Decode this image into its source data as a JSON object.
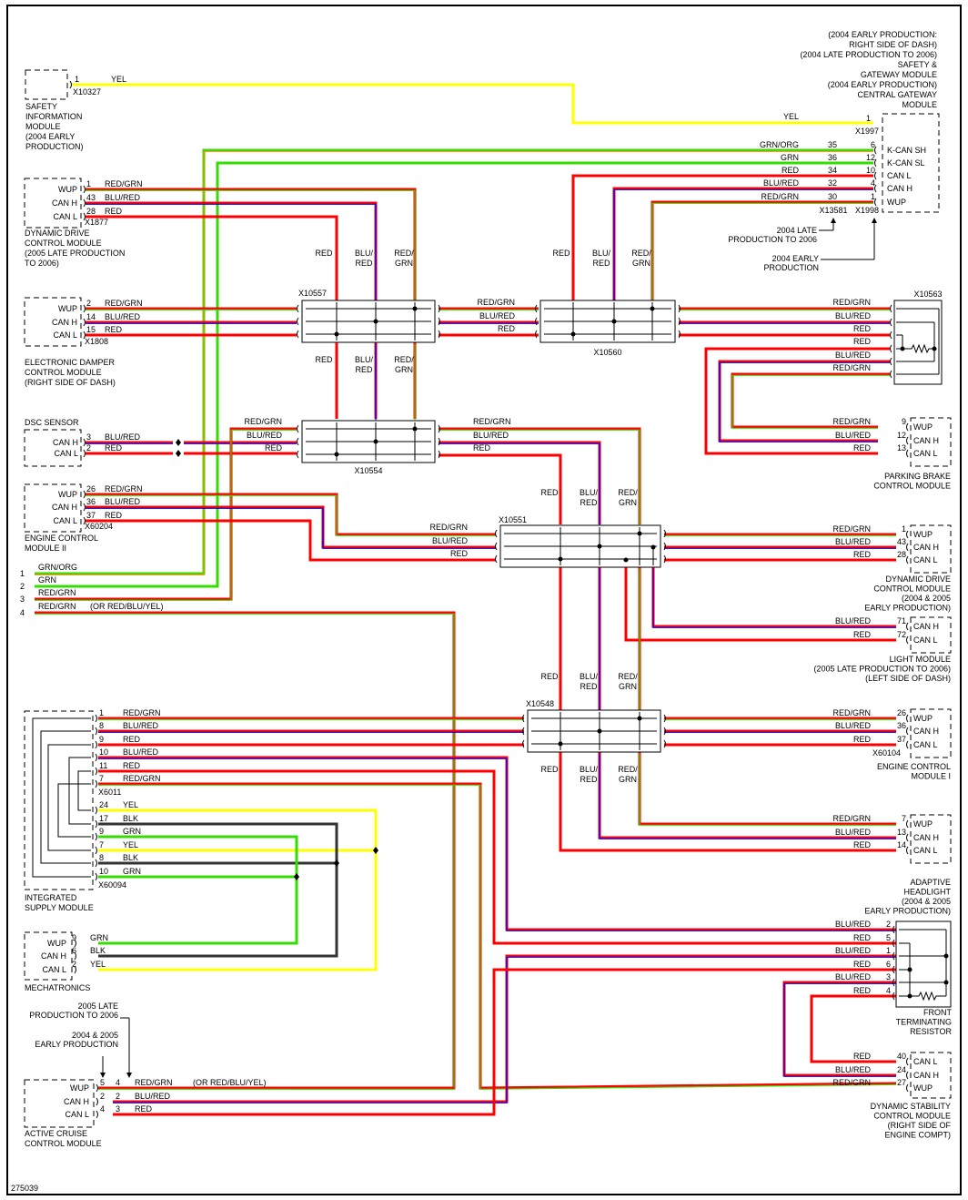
{
  "diagram_id": "275039",
  "colors": {
    "red": "#ff0000",
    "green": "#33dd00",
    "blue": "#0000ff",
    "yellow": "#ffff00",
    "orange": "#ff8800",
    "black": "#333333"
  },
  "gateway": {
    "notes": [
      "(2004 EARLY PRODUCTION:",
      "RIGHT SIDE OF DASH)",
      "(2004 LATE PRODUCTION TO 2006)",
      "SAFETY &",
      "GATEWAY MODULE",
      "(2004 EARLY PRODUCTION)",
      "CENTRAL GATEWAY",
      "MODULE"
    ],
    "pins": [
      "K-CAN SH",
      "K-CAN SL",
      "CAN L",
      "CAN H",
      "WUP"
    ],
    "pin_nums_a": [
      "1",
      "6",
      "12",
      "10",
      "4",
      "1"
    ],
    "pin_nums_b": [
      "35",
      "36",
      "34",
      "32",
      "30"
    ],
    "wires": [
      "YEL",
      "GRN/ORG",
      "GRN",
      "RED",
      "BLU/RED",
      "RED/GRN"
    ],
    "conn_a": "X1997",
    "conn_b": "X1998",
    "conn_c": "X13581",
    "arrow_late": [
      "2004 LATE",
      "PRODUCTION TO 2006"
    ],
    "arrow_early": [
      "2004 EARLY",
      "PRODUCTION"
    ]
  },
  "sim": {
    "name": [
      "SAFETY",
      "INFORMATION",
      "MODULE",
      "(2004 EARLY",
      "PRODUCTION)"
    ],
    "pin": "1",
    "conn": "X10327",
    "wire": "YEL"
  },
  "ddcm_left": {
    "name": [
      "DYNAMIC DRIVE",
      "CONTROL MODULE",
      "(2005 LATE PRODUCTION",
      "TO 2006)"
    ],
    "pins": [
      "WUP",
      "CAN H",
      "CAN L"
    ],
    "nums": [
      "1",
      "43",
      "28"
    ],
    "wires": [
      "RED/GRN",
      "BLU/RED",
      "RED"
    ],
    "conn": "X1877"
  },
  "edcm": {
    "name": [
      "ELECTRONIC DAMPER",
      "CONTROL MODULE",
      "(RIGHT SIDE OF DASH)"
    ],
    "pins": [
      "WUP",
      "CAN H",
      "CAN L"
    ],
    "nums": [
      "2",
      "14",
      "15"
    ],
    "wires": [
      "RED/GRN",
      "BLU/RED",
      "RED"
    ],
    "conn": "X1808"
  },
  "dsc_sensor": {
    "name": "DSC SENSOR",
    "pins": [
      "CAN H",
      "CAN L"
    ],
    "nums": [
      "3",
      "2"
    ],
    "wires": [
      "BLU/RED",
      "RED"
    ]
  },
  "ecm2": {
    "name": [
      "ENGINE CONTROL",
      "MODULE II"
    ],
    "pins": [
      "WUP",
      "CAN H",
      "CAN L"
    ],
    "nums": [
      "26",
      "36",
      "37"
    ],
    "wires": [
      "RED/GRN",
      "BLU/RED",
      "RED"
    ],
    "conn": "X60204"
  },
  "numbered_wires": [
    {
      "num": "1",
      "wire": "GRN/ORG",
      "note": ""
    },
    {
      "num": "2",
      "wire": "GRN",
      "note": ""
    },
    {
      "num": "3",
      "wire": "RED/GRN",
      "note": ""
    },
    {
      "num": "4",
      "wire": "RED/GRN",
      "note": "(OR RED/BLU/YEL)"
    }
  ],
  "connectors": {
    "x10557": "X10557",
    "x10560": "X10560",
    "x10554": "X10554",
    "x10551": "X10551",
    "x10548": "X10548",
    "x10563": "X10563"
  },
  "vlabels": {
    "red": "RED",
    "blu": [
      "BLU/",
      "RED"
    ],
    "rg": [
      "RED/",
      "GRN"
    ]
  },
  "bus_labels": [
    "RED/GRN",
    "BLU/RED",
    "RED"
  ],
  "x10563_labels": [
    "RED/GRN",
    "BLU/RED",
    "RED",
    "RED",
    "BLU/RED",
    "RED/GRN"
  ],
  "pbcm": {
    "name": [
      "PARKING BRAKE",
      "CONTROL MODULE"
    ],
    "pins": [
      "WUP",
      "CAN H",
      "CAN L"
    ],
    "nums": [
      "9",
      "12",
      "13"
    ],
    "wires": [
      "RED/GRN",
      "BLU/RED",
      "RED"
    ]
  },
  "ddcm_right": {
    "name": [
      "DYNAMIC DRIVE",
      "CONTROL MODULE",
      "(2004 & 2005",
      "EARLY PRODUCTION)"
    ],
    "pins": [
      "WUP",
      "CAN H",
      "CAN L"
    ],
    "nums": [
      "1",
      "43",
      "28"
    ],
    "wires": [
      "RED/GRN",
      "BLU/RED",
      "RED"
    ]
  },
  "light": {
    "name": [
      "LIGHT MODULE",
      "(2005 LATE PRODUCTION TO 2006)",
      "(LEFT SIDE OF DASH)"
    ],
    "pins": [
      "CAN H",
      "CAN L"
    ],
    "nums": [
      "71",
      "72"
    ],
    "wires": [
      "BLU/RED",
      "RED"
    ]
  },
  "ecm1": {
    "name": [
      "ENGINE CONTROL",
      "MODULE I"
    ],
    "pins": [
      "WUP",
      "CAN H",
      "CAN L"
    ],
    "nums": [
      "26",
      "36",
      "37"
    ],
    "wires": [
      "RED/GRN",
      "BLU/RED",
      "RED"
    ],
    "conn": "X60104"
  },
  "ahl": {
    "name": [
      "ADAPTIVE",
      "HEADLIGHT",
      "(2004 & 2005",
      "EARLY PRODUCTION)"
    ],
    "pins": [
      "WUP",
      "CAN H",
      "CAN L"
    ],
    "nums": [
      "7",
      "13",
      "14"
    ],
    "wires": [
      "RED/GRN",
      "BLU/RED",
      "RED"
    ]
  },
  "ism": {
    "name": [
      "INTEGRATED",
      "SUPPLY MODULE"
    ],
    "nums": [
      "1",
      "8",
      "9",
      "10",
      "11",
      "7",
      "24",
      "17",
      "9",
      "7",
      "8",
      "10"
    ],
    "wires": [
      "RED/GRN",
      "BLU/RED",
      "RED",
      "BLU/RED",
      "RED",
      "RED/GRN",
      "YEL",
      "BLK",
      "GRN",
      "YEL",
      "BLK",
      "GRN"
    ],
    "conn_a": "X6011",
    "conn_b": "X60094"
  },
  "mech": {
    "name": "MECHATRONICS",
    "pins": [
      "WUP",
      "CAN H",
      "CAN L"
    ],
    "nums": [
      "9",
      "6",
      "2"
    ],
    "wires": [
      "GRN",
      "BLK",
      "YEL"
    ]
  },
  "ftr": {
    "name": [
      "FRONT",
      "TERMINATING",
      "RESISTOR"
    ],
    "nums": [
      "2",
      "5",
      "1",
      "6",
      "3",
      "4"
    ],
    "wires": [
      "BLU/RED",
      "RED",
      "BLU/RED",
      "RED",
      "BLU/RED",
      "RED"
    ]
  },
  "dscm": {
    "name": [
      "DYNAMIC STABILITY",
      "CONTROL MODULE",
      "(RIGHT SIDE OF",
      "ENGINE COMPT)"
    ],
    "pins": [
      "CAN L",
      "CAN H",
      "WUP"
    ],
    "nums": [
      "40",
      "24",
      "27"
    ],
    "wires": [
      "RED",
      "BLU/RED",
      "RED/GRN"
    ]
  },
  "accm": {
    "name": [
      "ACTIVE CRUISE",
      "CONTROL MODULE"
    ],
    "pins": [
      "WUP",
      "CAN H",
      "CAN L"
    ],
    "nums_a": [
      "5",
      "2",
      "4"
    ],
    "nums_b": [
      "4",
      "2",
      "3"
    ],
    "wires": [
      "RED/GRN",
      "BLU/RED",
      "RED"
    ],
    "note": "(OR RED/BLU/YEL)",
    "arrow_late": [
      "2005 LATE",
      "PRODUCTION TO 2006"
    ],
    "arrow_early": [
      "2004 & 2005",
      "EARLY PRODUCTION"
    ]
  }
}
